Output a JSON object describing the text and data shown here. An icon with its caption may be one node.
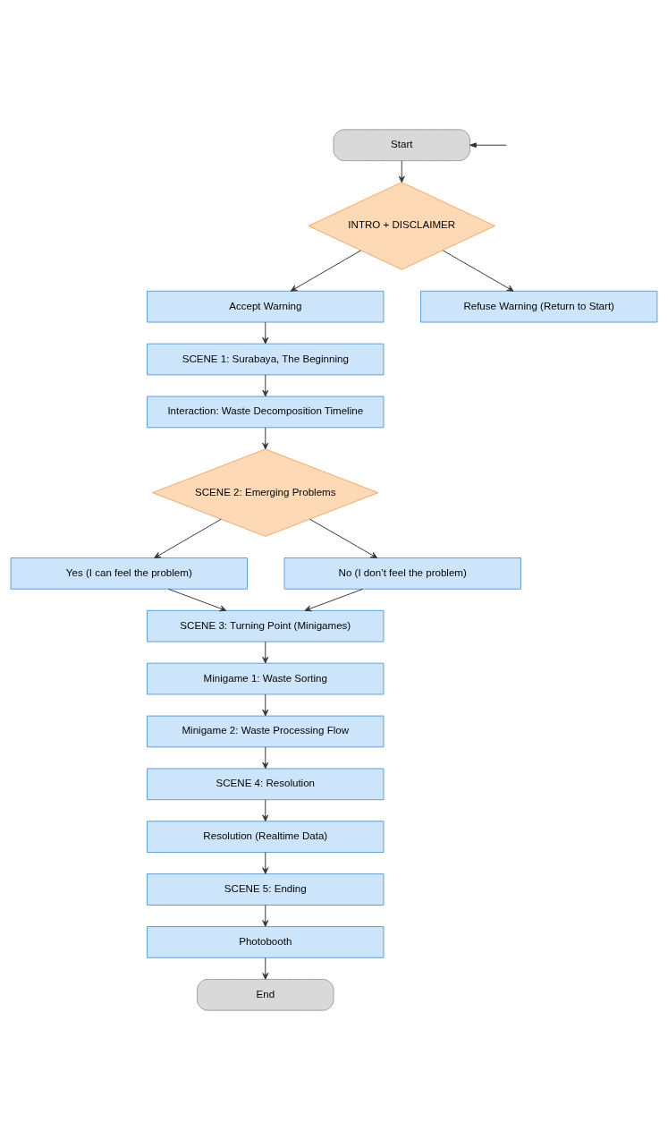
{
  "diagram": {
    "nodes": [
      {
        "text": [
          "Start"
        ]
      },
      {
        "text": [
          "INTRO + DISCLAIMER"
        ]
      },
      {
        "text": [
          "Accept Warning"
        ]
      },
      {
        "text": [
          "Refuse Warning (Return to Start)"
        ]
      },
      {
        "text": [
          "SCENE 1: Surabaya, The Beginning"
        ]
      },
      {
        "text": [
          "Interaction: Waste Decomposition Timeline"
        ]
      },
      {
        "text": [
          "SCENE 2: Emerging Problems"
        ]
      },
      {
        "text": [
          "Yes (I can feel the problem)"
        ]
      },
      {
        "text": [
          "No (I don’t feel the problem)"
        ]
      },
      {
        "text": [
          "SCENE 3: Turning Point (Minigames)"
        ]
      },
      {
        "text": [
          "Minigame 1: Waste Sorting"
        ]
      },
      {
        "text": [
          "Minigame 2: Waste Processing Flow"
        ]
      },
      {
        "text": [
          "SCENE 4: Resolution"
        ]
      },
      {
        "text": [
          "Resolution (Realtime Data)"
        ]
      },
      {
        "text": [
          "SCENE 5: Ending"
        ]
      },
      {
        "text": [
          "Photobooth"
        ]
      },
      {
        "text": [
          "End"
        ]
      }
    ],
    "edges": [
      {
        "from": null,
        "to": 0,
        "arrow": "to"
      },
      {
        "from": 0,
        "to": 1,
        "arrow": "to"
      },
      {
        "from": 1,
        "to": 2,
        "arrow": "to"
      },
      {
        "from": 1,
        "to": 3,
        "arrow": "to"
      },
      {
        "from": 2,
        "to": 4,
        "arrow": "to"
      },
      {
        "from": 4,
        "to": 5,
        "arrow": "to"
      },
      {
        "from": 5,
        "to": 6,
        "arrow": "to"
      },
      {
        "from": 6,
        "to": 7,
        "arrow": "to"
      },
      {
        "from": 6,
        "to": 8,
        "arrow": "to"
      },
      {
        "from": 7,
        "to": 9,
        "arrow": "to"
      },
      {
        "from": 8,
        "to": 9,
        "arrow": "to"
      },
      {
        "from": 9,
        "to": 10,
        "arrow": "to"
      },
      {
        "from": 10,
        "to": 11,
        "arrow": "to"
      },
      {
        "from": 11,
        "to": 12,
        "arrow": "to"
      },
      {
        "from": 12,
        "to": 13,
        "arrow": "to"
      },
      {
        "from": 13,
        "to": 14,
        "arrow": "to"
      },
      {
        "from": 14,
        "to": 15,
        "arrow": "to"
      },
      {
        "from": 15,
        "to": 16,
        "arrow": "to"
      }
    ]
  }
}
